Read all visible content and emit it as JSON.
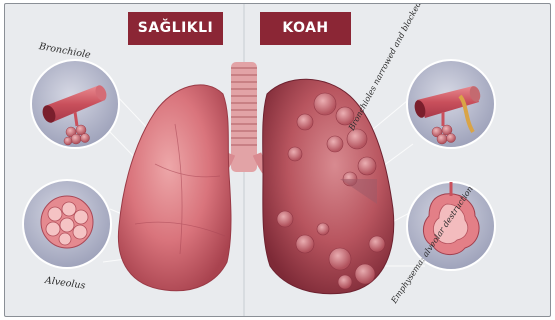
{
  "header": {
    "healthy_label": "SAĞLIKLI",
    "copd_label": "KOAH"
  },
  "labels": {
    "bronchiole": "Bronchiole",
    "alveolus": "Alveolus",
    "narrowed": "Bronchioles narrowed and blocked with mucous",
    "emphysema": "Emphysema: alveolar destruction"
  },
  "colors": {
    "badge": "#8b2635",
    "background": "#e9ebee",
    "lung": "#d9747c",
    "lung_shadow": "#b7505c",
    "inset_circle": "#b9bccf",
    "trachea": "#e2a3a6"
  }
}
